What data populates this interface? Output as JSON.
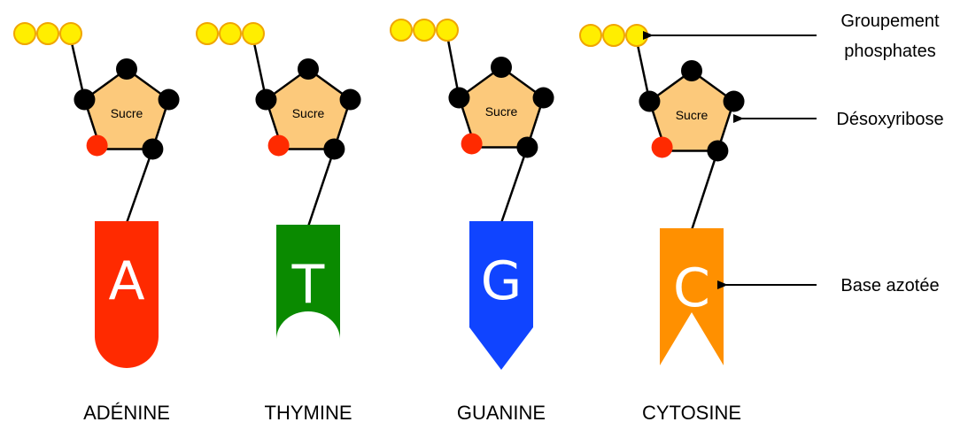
{
  "sugar_label": "Sucre",
  "colors": {
    "phosphate_fill": "#ffee00",
    "phosphate_stroke": "#f0a500",
    "sugar_fill": "#fcc97b",
    "atom_black": "#000000",
    "atom_red": "#ff2a00"
  },
  "nucleotides": [
    {
      "letter": "A",
      "name": "ADÉNINE",
      "color": "#ff2a00",
      "shape": "round-bottom"
    },
    {
      "letter": "T",
      "name": "THYMINE",
      "color": "#0a8a00",
      "shape": "concave-bottom"
    },
    {
      "letter": "G",
      "name": "GUANINE",
      "color": "#1044ff",
      "shape": "pointed-bottom"
    },
    {
      "letter": "C",
      "name": "CYTOSINE",
      "color": "#ff9000",
      "shape": "notched-bottom"
    }
  ],
  "legend": {
    "phosphate_line1": "Groupement",
    "phosphate_line2": "phosphates",
    "sugar": "Désoxyribose",
    "base": "Base azotée"
  }
}
